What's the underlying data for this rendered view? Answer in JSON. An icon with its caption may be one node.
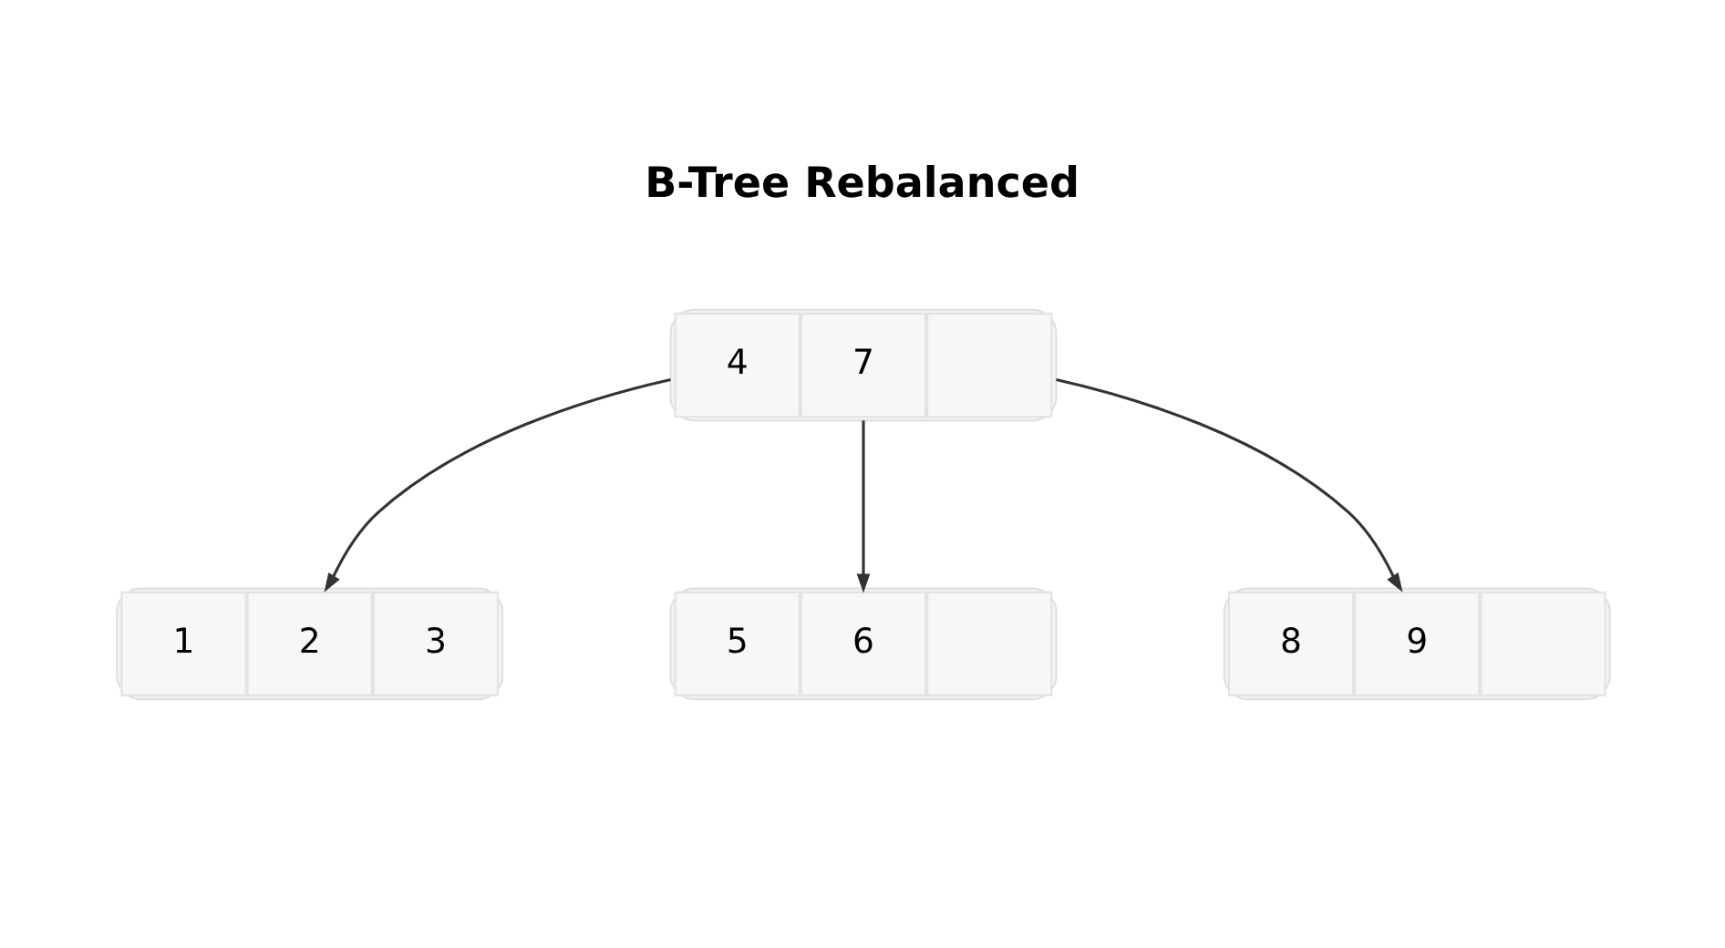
{
  "diagram": {
    "title": "B-Tree Rebalanced",
    "nodes": [
      {
        "text": [],
        "shape": "box"
      },
      {
        "text": [
          "4"
        ],
        "in": 0
      },
      {
        "text": [
          "7"
        ],
        "in": 0
      },
      {
        "text": [],
        "shape": "box",
        "in": 0
      },
      {
        "text": [],
        "shape": "box"
      },
      {
        "text": [
          "1"
        ],
        "in": 4
      },
      {
        "text": [
          "2"
        ],
        "in": 4
      },
      {
        "text": [
          "3"
        ],
        "in": 4
      },
      {
        "text": [],
        "shape": "box"
      },
      {
        "text": [
          "5"
        ],
        "in": 8
      },
      {
        "text": [
          "6"
        ],
        "in": 8
      },
      {
        "text": [],
        "shape": "box",
        "in": 8
      },
      {
        "text": [],
        "shape": "box"
      },
      {
        "text": [
          "8"
        ],
        "in": 12
      },
      {
        "text": [
          "9"
        ],
        "in": 12
      },
      {
        "text": [],
        "shape": "box",
        "in": 12
      }
    ],
    "edges": [
      {
        "from": 0,
        "to": 4,
        "arrow": "to"
      },
      {
        "from": 0,
        "to": 8,
        "arrow": "to"
      },
      {
        "from": 0,
        "to": 12,
        "arrow": "to"
      }
    ]
  }
}
